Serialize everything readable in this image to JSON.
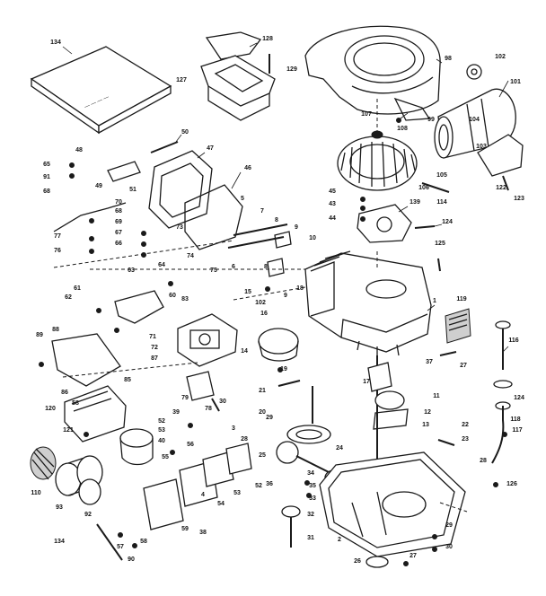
{
  "parts": [
    {
      "id": "p134a",
      "label": "134"
    },
    {
      "id": "p128",
      "label": "128"
    },
    {
      "id": "p129",
      "label": "129"
    },
    {
      "id": "p127",
      "label": "127"
    },
    {
      "id": "p98",
      "label": "98"
    },
    {
      "id": "p102",
      "label": "102"
    },
    {
      "id": "p101",
      "label": "101"
    },
    {
      "id": "p107",
      "label": "107"
    },
    {
      "id": "p108",
      "label": "108"
    },
    {
      "id": "p99",
      "label": "99"
    },
    {
      "id": "p103",
      "label": "103"
    },
    {
      "id": "p105",
      "label": "105"
    },
    {
      "id": "p114",
      "label": "114"
    },
    {
      "id": "p122",
      "label": "122"
    },
    {
      "id": "p123",
      "label": "123"
    },
    {
      "id": "p139",
      "label": "139"
    },
    {
      "id": "p124",
      "label": "124"
    },
    {
      "id": "p125",
      "label": "125"
    },
    {
      "id": "p50",
      "label": "50"
    },
    {
      "id": "p47",
      "label": "47"
    },
    {
      "id": "p46",
      "label": "46"
    },
    {
      "id": "p48",
      "label": "48"
    },
    {
      "id": "p65",
      "label": "65"
    },
    {
      "id": "p91",
      "label": "91"
    },
    {
      "id": "p49",
      "label": "49"
    },
    {
      "id": "p51",
      "label": "51"
    },
    {
      "id": "p68",
      "label": "68"
    },
    {
      "id": "p45",
      "label": "45"
    },
    {
      "id": "p44",
      "label": "44"
    },
    {
      "id": "p43",
      "label": "43"
    },
    {
      "id": "p5",
      "label": "5"
    },
    {
      "id": "p7",
      "label": "7"
    },
    {
      "id": "p8",
      "label": "8"
    },
    {
      "id": "p9",
      "label": "9"
    },
    {
      "id": "p10",
      "label": "10"
    },
    {
      "id": "p77",
      "label": "77"
    },
    {
      "id": "p76",
      "label": "76"
    },
    {
      "id": "p70",
      "label": "70"
    },
    {
      "id": "p68b",
      "label": "68"
    },
    {
      "id": "p69",
      "label": "69"
    },
    {
      "id": "p67",
      "label": "67"
    },
    {
      "id": "p66",
      "label": "66"
    },
    {
      "id": "p73",
      "label": "73"
    },
    {
      "id": "p74",
      "label": "74"
    },
    {
      "id": "p63",
      "label": "63"
    },
    {
      "id": "p64",
      "label": "64"
    },
    {
      "id": "p75",
      "label": "75"
    },
    {
      "id": "p6",
      "label": "6"
    },
    {
      "id": "p8b",
      "label": "8"
    },
    {
      "id": "p9b",
      "label": "9"
    },
    {
      "id": "p18",
      "label": "18"
    },
    {
      "id": "p62",
      "label": "62"
    },
    {
      "id": "p61",
      "label": "61"
    },
    {
      "id": "p60",
      "label": "60"
    },
    {
      "id": "p83",
      "label": "83"
    },
    {
      "id": "p15",
      "label": "15"
    },
    {
      "id": "p102b",
      "label": "102"
    },
    {
      "id": "p16",
      "label": "16"
    },
    {
      "id": "p1",
      "label": "1"
    },
    {
      "id": "p119",
      "label": "119"
    },
    {
      "id": "p89",
      "label": "89"
    },
    {
      "id": "p88",
      "label": "88"
    },
    {
      "id": "p71",
      "label": "71"
    },
    {
      "id": "p72",
      "label": "72"
    },
    {
      "id": "p87",
      "label": "87"
    },
    {
      "id": "p14",
      "label": "14"
    },
    {
      "id": "p116",
      "label": "116"
    },
    {
      "id": "p21",
      "label": "21"
    },
    {
      "id": "p85",
      "label": "85"
    },
    {
      "id": "p86",
      "label": "86"
    },
    {
      "id": "p58",
      "label": "58"
    },
    {
      "id": "p20",
      "label": "20"
    },
    {
      "id": "p19",
      "label": "19"
    },
    {
      "id": "p120",
      "label": "120"
    },
    {
      "id": "p121",
      "label": "121"
    },
    {
      "id": "p79",
      "label": "79"
    },
    {
      "id": "p78",
      "label": "78"
    },
    {
      "id": "p39",
      "label": "39"
    },
    {
      "id": "p52",
      "label": "52"
    },
    {
      "id": "p53",
      "label": "53"
    },
    {
      "id": "p40",
      "label": "40"
    },
    {
      "id": "p55",
      "label": "55"
    },
    {
      "id": "p56",
      "label": "56"
    },
    {
      "id": "p30",
      "label": "30"
    },
    {
      "id": "p3",
      "label": "3"
    },
    {
      "id": "p28",
      "label": "28"
    },
    {
      "id": "p29",
      "label": "29"
    },
    {
      "id": "p25",
      "label": "25"
    },
    {
      "id": "p24",
      "label": "24"
    },
    {
      "id": "p37",
      "label": "37"
    },
    {
      "id": "p13",
      "label": "13"
    },
    {
      "id": "p11",
      "label": "11"
    },
    {
      "id": "p12",
      "label": "12"
    },
    {
      "id": "p17",
      "label": "17"
    },
    {
      "id": "p22",
      "label": "22"
    },
    {
      "id": "p23",
      "label": "23"
    },
    {
      "id": "p117",
      "label": "117"
    },
    {
      "id": "p124b",
      "label": "124"
    },
    {
      "id": "p118",
      "label": "118"
    },
    {
      "id": "p126",
      "label": "126"
    },
    {
      "id": "p27",
      "label": "27"
    },
    {
      "id": "p28b",
      "label": "28"
    },
    {
      "id": "p110",
      "label": "110"
    },
    {
      "id": "p93",
      "label": "93"
    },
    {
      "id": "p92",
      "label": "92"
    },
    {
      "id": "p134b",
      "label": "134"
    },
    {
      "id": "p57",
      "label": "57"
    },
    {
      "id": "p58b",
      "label": "58"
    },
    {
      "id": "p59",
      "label": "59"
    },
    {
      "id": "p54",
      "label": "54"
    },
    {
      "id": "p52b",
      "label": "52"
    },
    {
      "id": "p53b",
      "label": "53"
    },
    {
      "id": "p34",
      "label": "34"
    },
    {
      "id": "p35",
      "label": "35"
    },
    {
      "id": "p33",
      "label": "33"
    },
    {
      "id": "p32",
      "label": "32"
    },
    {
      "id": "p36",
      "label": "36"
    },
    {
      "id": "p38",
      "label": "38"
    },
    {
      "id": "p26",
      "label": "26"
    },
    {
      "id": "p27b",
      "label": "27"
    },
    {
      "id": "p29b",
      "label": "29"
    },
    {
      "id": "p30b",
      "label": "30"
    },
    {
      "id": "p31",
      "label": "31"
    },
    {
      "id": "p2",
      "label": "2"
    },
    {
      "id": "p4",
      "label": "4"
    },
    {
      "id": "p90",
      "label": "90"
    },
    {
      "id": "p104",
      "label": "104"
    },
    {
      "id": "p106",
      "label": "106"
    }
  ]
}
